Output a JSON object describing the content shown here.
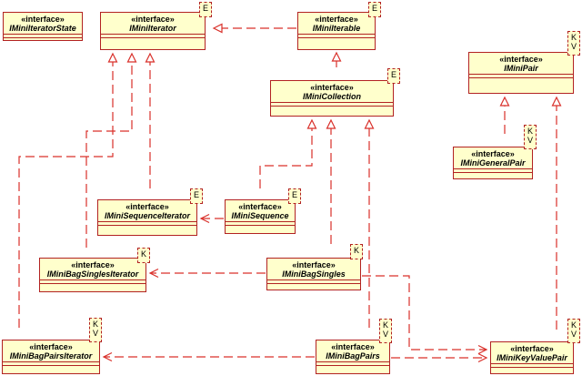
{
  "stereotype": "«interface»",
  "classes": {
    "state": {
      "name": "IMiniIteratorState"
    },
    "iterator": {
      "name": "IMiniIterator",
      "tparam": "E"
    },
    "iterable": {
      "name": "IMiniIterable",
      "tparam": "E"
    },
    "collection": {
      "name": "IMiniCollection",
      "tparam": "E"
    },
    "pair": {
      "name": "IMiniPair",
      "tparam": [
        "K",
        "V"
      ]
    },
    "general": {
      "name": "IMiniGeneralPair",
      "tparam": [
        "K",
        "V"
      ]
    },
    "seqiter": {
      "name": "IMiniSequenceIterator",
      "tparam": "E"
    },
    "sequence": {
      "name": "IMiniSequence",
      "tparam": "E"
    },
    "bsiter": {
      "name": "IMiniBagSinglesIterator",
      "tparam": "K"
    },
    "bagsingles": {
      "name": "IMiniBagSingles",
      "tparam": "K"
    },
    "bpiter": {
      "name": "IMiniBagPairsIterator",
      "tparam": [
        "K",
        "V"
      ]
    },
    "bagpairs": {
      "name": "IMiniBagPairs",
      "tparam": [
        "K",
        "V"
      ]
    },
    "kvpair": {
      "name": "IMiniKeyValuePair",
      "tparam": [
        "K",
        "V"
      ]
    }
  },
  "colors": {
    "line": "#d9302a",
    "border": "#b22222",
    "fill": "#ffffcc"
  }
}
